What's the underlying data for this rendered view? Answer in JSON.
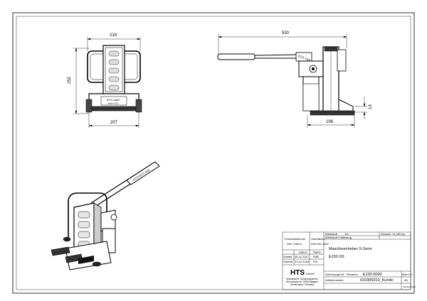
{
  "views": {
    "front": {
      "dim_top": "219",
      "dim_height": "252",
      "dim_bottom": "207",
      "label_lines": [
        "ECO-Jack",
        "made in EU"
      ]
    },
    "side": {
      "dim_top": "530",
      "dim_bottom": "196",
      "dim_right": "13",
      "handle_text": "ECO-Jack"
    },
    "iso": {
      "handle_text": "HTS ECO-Jack"
    }
  },
  "title_block": {
    "freimass_label": "Freimaßtoleranz",
    "freimass_value": "DIN 7168 m",
    "oberflaeche_label": "Oberfläche",
    "oberflaeche_value": "DIN ISO 1302",
    "row_erstellt_label": "Erstellt",
    "row_erstellt_date": "06.12.2017",
    "row_erstellt_name": "PAB",
    "row_geprueft_label": "Geprüft",
    "row_geprueft_date": "21.02.2018",
    "row_geprueft_name": "FW",
    "col_datum": "Datum",
    "col_name": "Name",
    "werkstoff_label": "Werkstoff",
    "werkstoff_value": "1/4",
    "werkstoff_note": "Werkstoff / Halbzeug",
    "gewicht_label": "Gewicht",
    "gewicht_value": "14,440 kg",
    "title_line1": "Maschinenheber S-Serie",
    "title_line2": "EJ30-SS",
    "company_name": "HTS",
    "company_suffix": "GmbH",
    "company_addr": [
      "Hydraulische Transportsysteme",
      "Ahornstraße 4a  74196 Stuttgart",
      "Deutschland / Germany"
    ],
    "zeichnung_label": "Zeichnungs-Nr. / Revision",
    "zeichnung_value": "EJ30-0000",
    "artikel_label": "Artikelnummer",
    "artikel_value": "010305010_Kunde",
    "blatt_label": "Blatt 1 / 1",
    "format_value": "A3",
    "version_label": "Version/Index"
  }
}
